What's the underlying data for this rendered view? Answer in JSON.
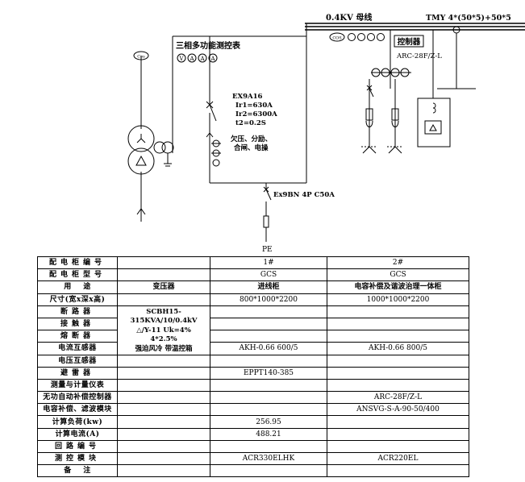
{
  "diagram": {
    "bus_label": "0.4KV  母线",
    "bus_spec": "TMY 4*(50*5)+50*5",
    "meter_title": "三相多功能测控表",
    "meter_symbols": [
      "V",
      "A",
      "A",
      "A"
    ],
    "cos_label": "Cos",
    "breaker": {
      "model": "EX9A16",
      "ir1": "Ir1=630A",
      "ir2": "Ir2=6300A",
      "t2": "t2=0.2S",
      "func1": "欠压、分励、",
      "func2": "合闸、电操"
    },
    "sub_breaker": "Ex9BN 4P C50A",
    "pe_label": "PE",
    "cos_label_right": "COS",
    "controller_label": "控制器",
    "controller_model": "ARC-28F/Z-L"
  },
  "table": {
    "row_labels": [
      "配电柜编号",
      "配电柜型号",
      "用    途",
      "尺寸(宽x深x高)",
      "断路器",
      "接触器",
      "熔断器",
      "电流互感器",
      "电压互感器",
      "避雷器",
      "测量与计量仪表",
      "无功自动补偿控制器",
      "电容补偿、滤波模块",
      "计算负荷(kw)",
      "计算电流(A)",
      "回路编号",
      "测控模块",
      "备    注"
    ],
    "transformer_usage": "变压器",
    "transformer_spec": [
      "SCBH15-315KVA/10/0.4kV",
      "△/Y-11  Uk=4%",
      "4*2.5%",
      "强迫风冷  带温控箱"
    ],
    "col1": {
      "number": "1#",
      "type": "GCS",
      "usage": "进线柜",
      "size": "800*1000*2200",
      "ct": "AKH-0.66  600/5",
      "arrester": "EPPT140-385",
      "load": "256.95",
      "current": "488.21",
      "module": "ACR330ELHK"
    },
    "col2": {
      "number": "2#",
      "type": "GCS",
      "usage": "电容补偿及谐波治理一体柜",
      "size": "1000*1000*2200",
      "ct": "AKH-0.66  800/5",
      "controller": "ARC-28F/Z-L",
      "filter": "ANSVG-S-A-90-50/400",
      "module": "ACR220EL"
    }
  }
}
